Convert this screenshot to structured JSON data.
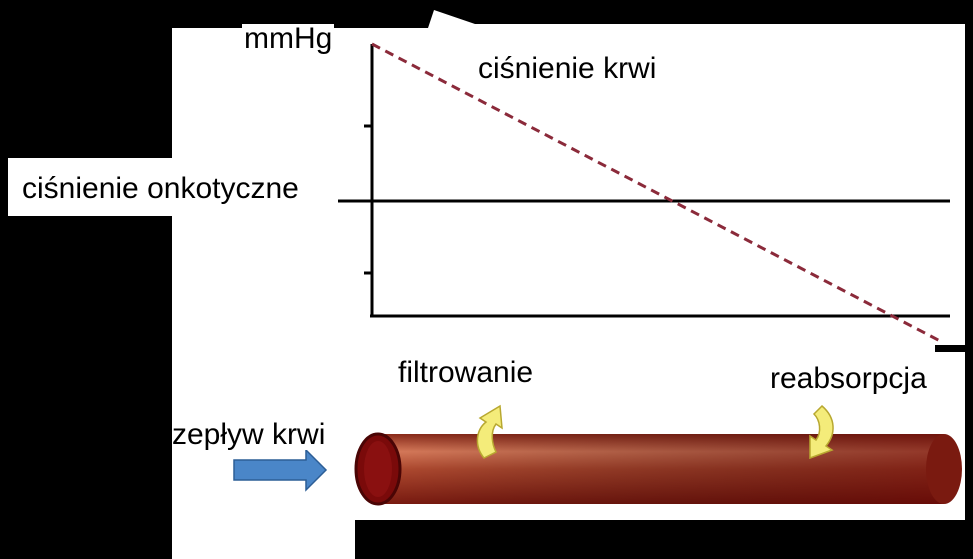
{
  "diagram": {
    "y_axis_unit": "mmHg",
    "line_oncotic": "ciśnienie onkotyczne",
    "line_blood_pressure": "ciśnienie krwi",
    "arrow_out": "filtrowanie",
    "arrow_in": "reabsorpcja",
    "flow": "zepływ krwi"
  },
  "colors": {
    "background": "#000000",
    "panel": "#ffffff",
    "pressure_dashed": "#8b2a3a",
    "vessel_dark": "#6b0a0a",
    "vessel_mid": "#c0553a",
    "flow_arrow": "#4a86c8",
    "curved_arrow": "#f4ec7a"
  },
  "icons": [
    "flow-arrow-icon",
    "filtration-arrow-icon",
    "reabsorption-arrow-icon"
  ]
}
